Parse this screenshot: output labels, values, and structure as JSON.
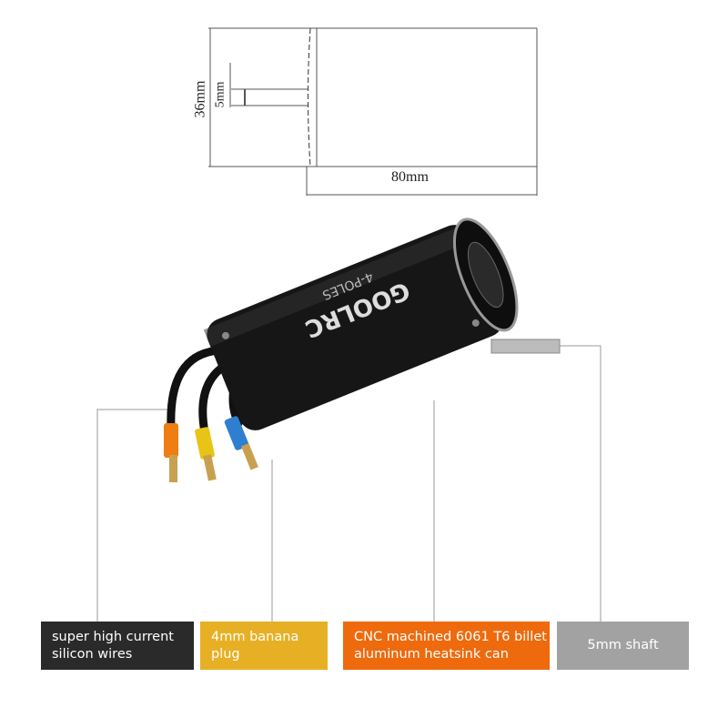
{
  "drawing": {
    "height_label": "36mm",
    "shaft_label": "5mm",
    "length_label": "80mm"
  },
  "motor": {
    "brand_logo": "GOOLRC",
    "model_text": "4-POLES"
  },
  "callouts": [
    {
      "line1": "super high current",
      "line2": "silicon wires",
      "color": "#2a2a2a"
    },
    {
      "line1": "4mm banana plug",
      "line2": "",
      "color": "#e7b024"
    },
    {
      "line1": "CNC machined 6061 T6 billet",
      "line2": "aluminum heatsink can",
      "color": "#ee6a0d"
    },
    {
      "line1": "5mm shaft",
      "line2": "",
      "color": "#a2a2a2"
    }
  ]
}
